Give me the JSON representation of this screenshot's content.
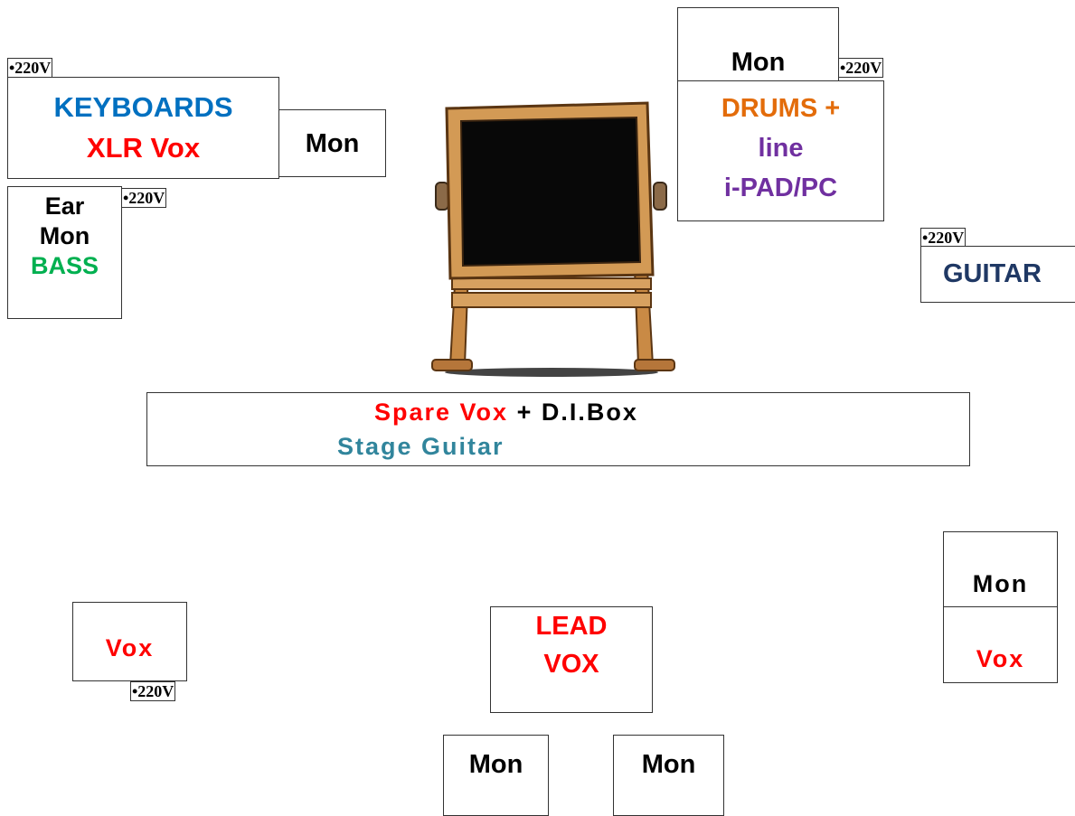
{
  "power_label": "•220V",
  "keyboards": {
    "title": "KEYBOARDS",
    "sub": "XLR Vox"
  },
  "mon": "Mon",
  "ear_mon": {
    "line1": "Ear",
    "line2": "Mon"
  },
  "bass": "BASS",
  "drums": {
    "line1": "DRUMS +",
    "line2": "line",
    "line3": "i-PAD/PC"
  },
  "guitar": "GUITAR",
  "center_strip": {
    "spare": "Spare Vox",
    "plus_di": " + D.I.Box",
    "stage_guitar": "Stage Guitar"
  },
  "vox": "Vox",
  "lead_vox": {
    "line1": "LEAD",
    "line2": "VOX"
  },
  "colors": {
    "blue": "#0070c0",
    "red": "#ff0000",
    "orange": "#e36c0a",
    "purple": "#7030a0",
    "green": "#00b050",
    "navy": "#1f3864",
    "teal": "#31859c",
    "black": "#000000"
  }
}
